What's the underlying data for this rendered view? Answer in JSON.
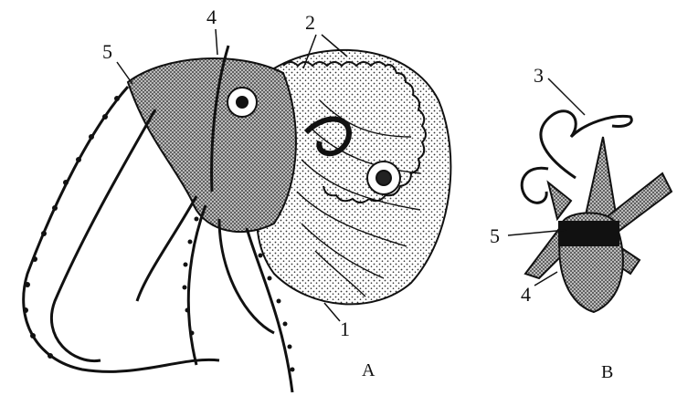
{
  "figure": {
    "panel_a": {
      "label": "A",
      "parts": {
        "p1": "1",
        "p2": "2",
        "p4": "4",
        "p5": "5"
      }
    },
    "panel_b": {
      "label": "B",
      "parts": {
        "p3": "3",
        "p4": "4",
        "p5": "5"
      }
    }
  },
  "colors": {
    "ink": "#111111",
    "background": "#ffffff",
    "stipple": "#444444"
  }
}
